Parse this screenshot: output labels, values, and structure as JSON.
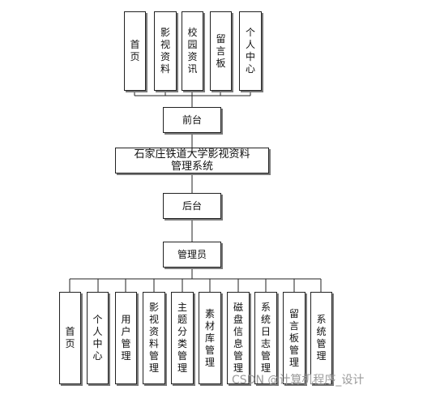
{
  "diagram": {
    "frontend_modules": [
      "首页",
      "影视资料",
      "校园资讯",
      "留言板",
      "个人中心"
    ],
    "frontend_label": "前台",
    "system_title_line1": "石家庄铁道大学影视资料",
    "system_title_line2": "管理系统",
    "backend_label": "后台",
    "admin_label": "管理员",
    "admin_modules": [
      "首页",
      "个人中心",
      "用户管理",
      "影视资料管理",
      "主题分类管理",
      "素材库管理",
      "磁盘信息管理",
      "系统日志管理",
      "留言板管理",
      "系统管理"
    ]
  },
  "watermark": "CSDN @计算机程序_设计"
}
